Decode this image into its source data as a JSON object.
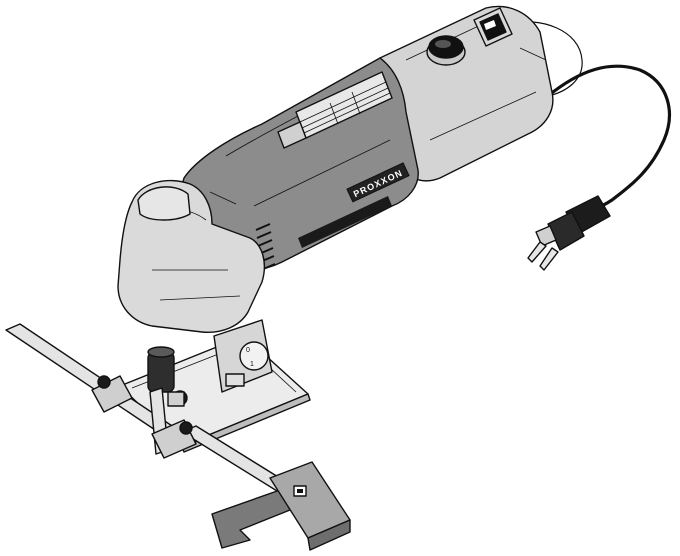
{
  "illustration": {
    "brand_label": "PROXXON",
    "scale_mark_top": "0",
    "scale_mark_bottom": "1",
    "colors": {
      "body_dark": "#8c8c8c",
      "body_light": "#d4d4d4",
      "shoe_metal": "#ececec",
      "cord": "#111111",
      "outline": "#111111",
      "background": "#ffffff"
    },
    "icons": [
      "power-switch-icon",
      "speed-dial-icon",
      "power-plug-icon"
    ]
  }
}
